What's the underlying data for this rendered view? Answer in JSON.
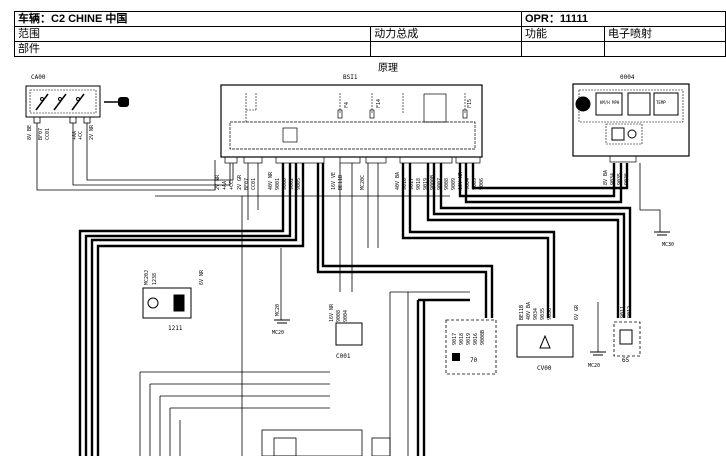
{
  "header": {
    "vehicle": "车辆：C2 CHINE 中国",
    "opr": "OPR：11111",
    "scope_label": "范围",
    "system": "动力总成",
    "function_label": "功能",
    "function_value": "电子喷射",
    "part_label": "部件",
    "principle": "原理"
  },
  "components": {
    "ca00": "CA00",
    "bsi1": "BSI1",
    "c0004": "0004",
    "c1211": "1211",
    "c001": "C001",
    "cv00": "CV00",
    "c70": "70",
    "c65": "65"
  },
  "grounds": {
    "mc30": "MC30",
    "mc20a": "MC20",
    "mc20b": "MC20"
  },
  "labels": {
    "ca_pins": [
      "8V BE",
      "BF07",
      "CC01",
      "+AA",
      "+CC",
      "2V NR"
    ],
    "bsi_fuses": [
      "F4",
      "F14",
      "F15"
    ],
    "bsi_conn": [
      "2V NR",
      "+AA",
      "+CC",
      "2V GR",
      "BF07",
      "CC01",
      "40V NR",
      "9001",
      "9000",
      "9002",
      "9005",
      "16V VE",
      "BE11B",
      "MC20C",
      "40V BA",
      "9016",
      "9017",
      "9018",
      "9019",
      "9000B",
      "9007",
      "9008",
      "9009",
      "10V NR",
      "9004",
      "9005",
      "9006"
    ],
    "c0004_conn": [
      "8V BA",
      "9034",
      "9035",
      "9036"
    ],
    "c1211_conn": [
      "MC20J",
      "1238",
      "6V NR"
    ],
    "c001_conn": [
      "16V NR",
      "9008",
      "9004"
    ],
    "c70_conn": [
      "9017",
      "9018",
      "9019",
      "9016",
      "9000B"
    ],
    "cv00_conn": [
      "BE11B",
      "40V BA",
      "9034",
      "9035",
      "9036",
      "6V GR"
    ],
    "c65_conn": [
      "9011",
      "9012"
    ],
    "mc20_vert": "MC20",
    "gauge1": "KM/H MPH",
    "gauge2": "TEMP"
  }
}
